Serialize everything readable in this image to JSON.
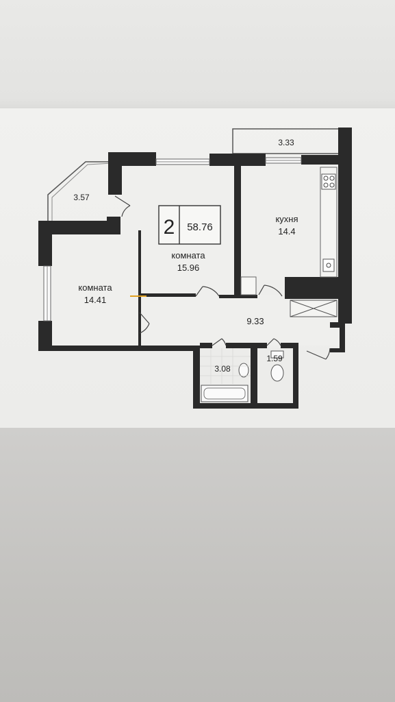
{
  "apartment": {
    "room_count": "2",
    "total_area": "58.76"
  },
  "rooms": [
    {
      "id": "balcony-top",
      "area": "3.33"
    },
    {
      "id": "balcony-left",
      "area": "3.57"
    },
    {
      "id": "living-room",
      "name": "комната",
      "area": "15.96"
    },
    {
      "id": "bedroom",
      "name": "комната",
      "area": "14.41"
    },
    {
      "id": "kitchen",
      "name": "кухня",
      "area": "14.4"
    },
    {
      "id": "hallway",
      "area": "9.33"
    },
    {
      "id": "bathroom",
      "area": "3.08"
    },
    {
      "id": "toilet",
      "area": "1.59"
    }
  ],
  "colors": {
    "wall": "#2a2a2a",
    "floor": "#eeeeec",
    "line": "#555555"
  }
}
